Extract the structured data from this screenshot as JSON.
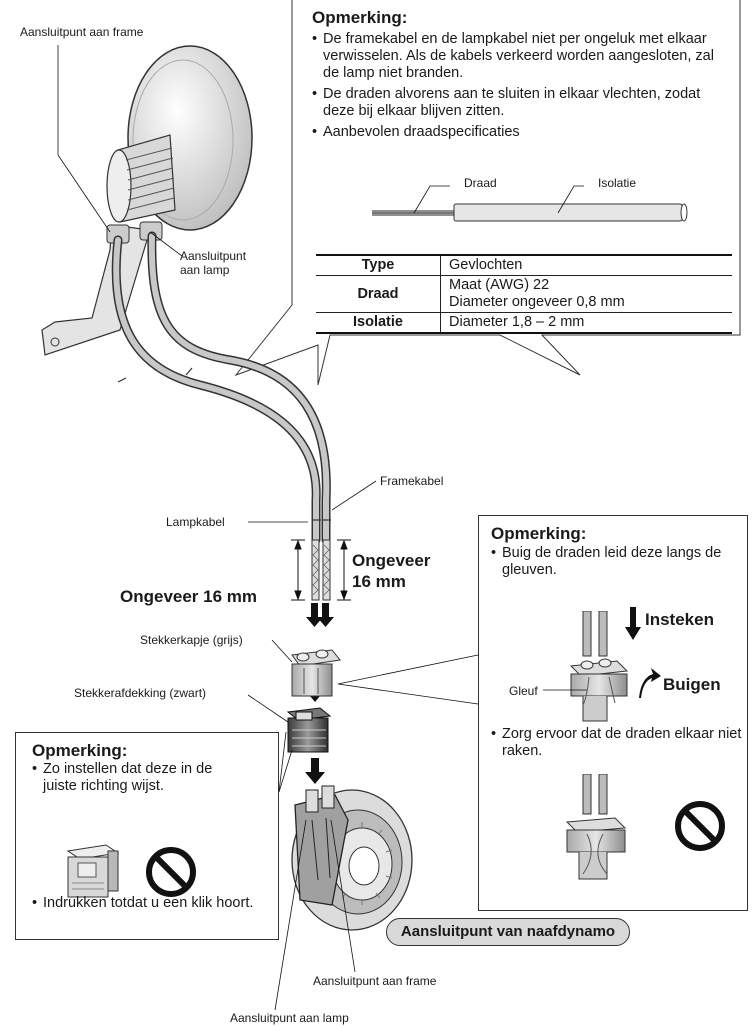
{
  "labels": {
    "frame_connector_top": "Aansluitpunt aan frame",
    "lamp_connector_line1": "Aansluitpunt",
    "lamp_connector_line2": "aan lamp",
    "frame_cable": "Framekabel",
    "lamp_cable": "Lampkabel",
    "approx_left": "Ongeveer 16 mm",
    "approx_right_line1": "Ongeveer",
    "approx_right_line2": "16 mm",
    "plug_cap": "Stekkerkapje (grijs)",
    "plug_cover": "Stekkerafdekking (zwart)",
    "hub_connector": "Aansluitpunt van naafdynamo",
    "frame_connector_bottom": "Aansluitpunt aan frame",
    "lamp_connector_bottom": "Aansluitpunt aan lamp"
  },
  "note_top": {
    "title": "Opmerking:",
    "bullets": [
      "De framekabel en de lampkabel niet per ongeluk met elkaar verwisselen. Als de kabels verkeerd worden aangesloten, zal de lamp niet branden.",
      "De draden alvorens aan te sluiten in elkaar vlechten, zodat deze bij elkaar blijven zitten.",
      "Aanbevolen draadspecificaties"
    ],
    "wire_label_draad": "Draad",
    "wire_label_isolatie": "Isolatie",
    "table": [
      {
        "key": "Type",
        "value": "Gevlochten"
      },
      {
        "key": "Draad",
        "value": "Maat (AWG) 22\nDiameter ongeveer 0,8 mm"
      },
      {
        "key": "Isolatie",
        "value": "Diameter 1,8 – 2 mm"
      }
    ]
  },
  "note_right": {
    "title": "Opmerking:",
    "bullet1": "Buig de draden leid deze langs de gleuven.",
    "insert": "Insteken",
    "bend": "Buigen",
    "slot": "Gleuf",
    "bullet2": "Zorg ervoor dat de draden elkaar niet raken."
  },
  "note_left": {
    "title": "Opmerking:",
    "bullet1": "Zo instellen dat deze in de juiste richting wijst.",
    "bullet2": "Indrukken totdat u een klik hoort."
  },
  "icons": [
    "prohibited-icon",
    "arrow-down-icon"
  ]
}
